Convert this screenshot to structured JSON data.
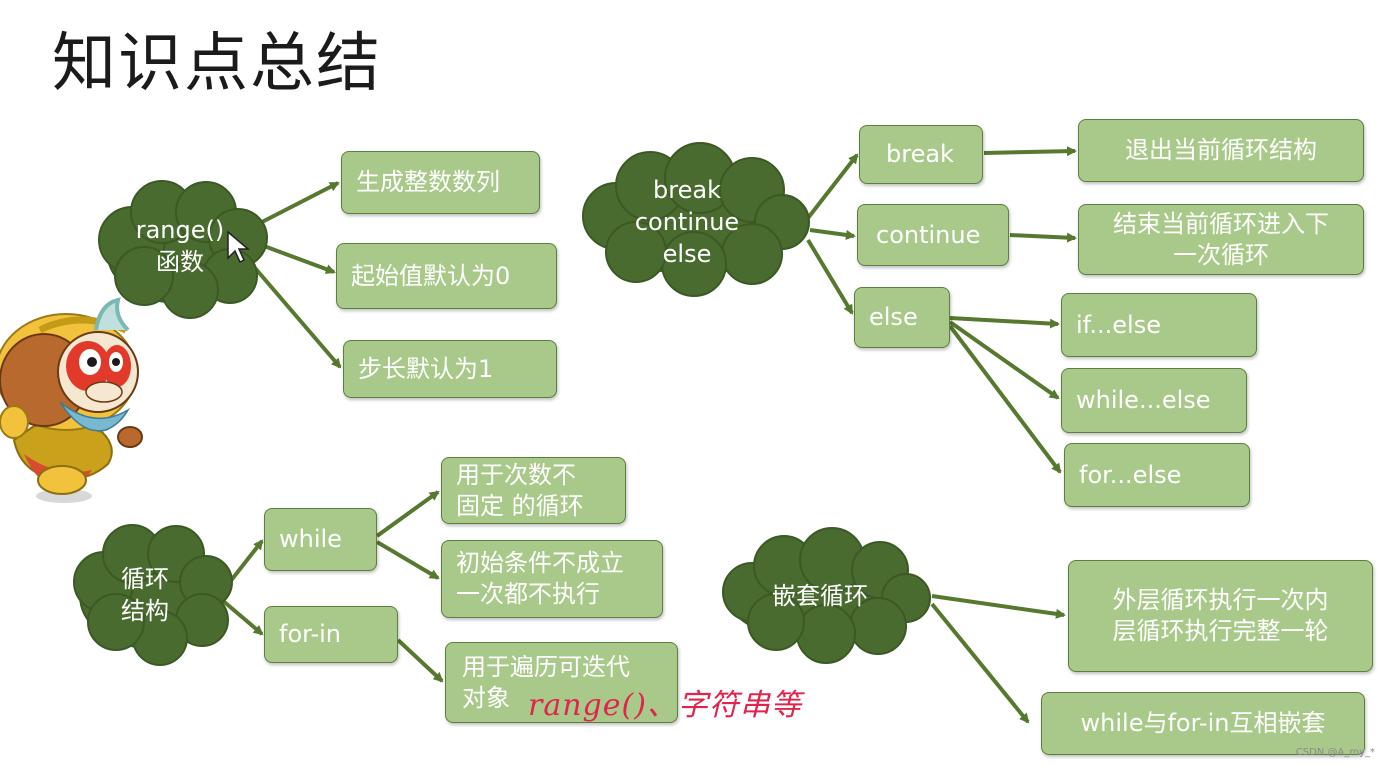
{
  "title": "知识点总结",
  "colors": {
    "cloud": "#4a6b2f",
    "cloud_edge": "#3b5924",
    "box_fill": "#a9c98a",
    "box_border": "#5c7f3f",
    "arrow": "#56782f",
    "handwriting": "#e0244c",
    "text": "#ffffff"
  },
  "clouds": {
    "range": "range()\n函数",
    "flow": "break\ncontinue\nelse",
    "loop": "循环\n结构",
    "nested": "嵌套循环"
  },
  "boxes": {
    "gen_seq": "生成整数数列",
    "start_default": "起始值默认为0",
    "step_default": "步长默认为1",
    "break": "break",
    "continue": "continue",
    "else": "else",
    "break_desc": "退出当前循环结构",
    "continue_desc": "结束当前循环进入下\n一次循环",
    "if_else": "if...else",
    "while_else": "while...else",
    "for_else": "for...else",
    "while": "while",
    "for_in": "for-in",
    "while_desc": "用于次数不\n固定 的循环",
    "while_desc2": "初始条件不成立\n一次都不执行",
    "for_in_desc": "用于遍历可迭代\n对象",
    "nested_desc": "外层循环执行一次内\n层循环执行完整一轮",
    "nested_desc2": "while与for-in互相嵌套"
  },
  "annotation": "range()、字符串等",
  "watermark": "CSDN @A_my_*"
}
